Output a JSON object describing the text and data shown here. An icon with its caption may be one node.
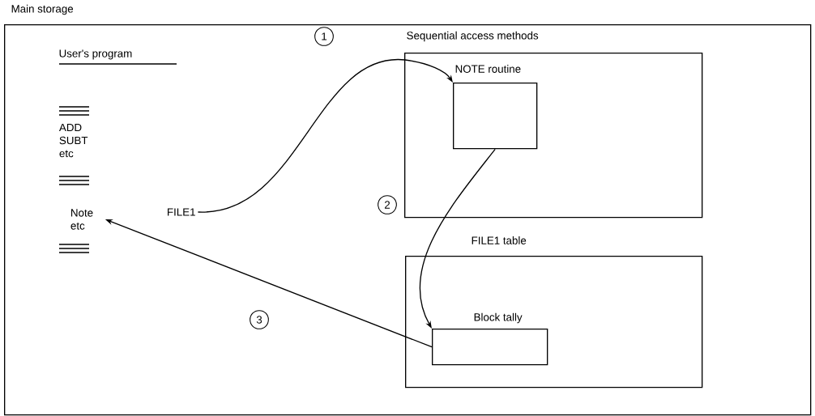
{
  "diagram": {
    "nodes": [
      {
        "text": [
          "Main storage"
        ]
      },
      {
        "text": [
          "Sequential access methods"
        ],
        "in": 0
      },
      {
        "text": [
          "NOTE routine"
        ],
        "in": 1
      },
      {
        "text": [
          "FILE1"
        ],
        "in": 0
      },
      {
        "text": [
          "FILE1 table"
        ],
        "in": 0
      },
      {
        "text": [
          "Block tally"
        ],
        "in": 4
      },
      {
        "text": [
          "Note etc"
        ],
        "in": 0
      }
    ],
    "edges": [
      {
        "from": 3,
        "to": 2,
        "arrow": "to",
        "label": "1"
      },
      {
        "from": 2,
        "to": 5,
        "arrow": "to",
        "label": "2"
      },
      {
        "from": 5,
        "to": 6,
        "arrow": "to",
        "label": "3"
      }
    ],
    "labels": [
      "User's program",
      "ADD SUBT etc"
    ]
  }
}
